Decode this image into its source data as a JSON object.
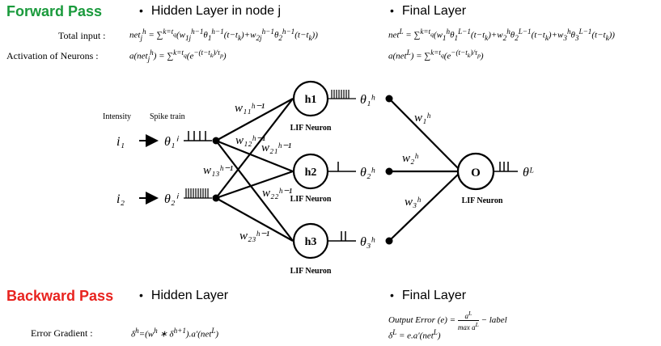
{
  "forward": {
    "title": "Forward Pass",
    "title_color": "#1a9a3c",
    "hidden_heading": "Hidden Layer in node j",
    "final_heading": "Final Layer",
    "total_input_label": "Total input :",
    "activation_label": "Activation of Neurons :",
    "hidden_total_eq": "net_j^h = ∑^{k=t_q} (w_{1j}^{h−1} θ_1^{h−1}(t−t_k) + w_{2j}^{h−1} θ_2^{h−1}(t−t_k))",
    "hidden_activation_eq": "a(net_j^h) = ∑^{k=t_q} (e^{−(t−t_k)/τ_p})",
    "final_total_eq": "net^L = ∑^{k=t_q} (w_1^h θ_1^{L−1}(t−t_k) + w_2^h θ_2^{L−1}(t−t_k) + w_3^h θ_3^{L−1}(t−t_k))",
    "final_activation_eq": "a(net^L) = ∑^{k=t_q} (e^{−(t−t_k)/τ_p})"
  },
  "diagram": {
    "intensity_label": "Intensity",
    "spike_train_label": "Spike train",
    "inputs": [
      "i₁",
      "i₂"
    ],
    "input_thetas": [
      "θ₁ⁱ",
      "θ₂ⁱ"
    ],
    "hidden_nodes": [
      "h1",
      "h2",
      "h3"
    ],
    "hidden_thetas": [
      "θ₁ʰ",
      "θ₂ʰ",
      "θ₃ʰ"
    ],
    "output_node": "O",
    "output_theta": "θᴸ",
    "neuron_caption": "LIF Neuron",
    "input_weights": [
      "w₁₁ʰ⁻¹",
      "w₁₂ʰ⁻¹",
      "w₂₁ʰ⁻¹",
      "w₁₃ʰ⁻¹",
      "w₂₂ʰ⁻¹",
      "w₂₃ʰ⁻¹"
    ],
    "output_weights": [
      "w₁ʰ",
      "w₂ʰ",
      "w₃ʰ"
    ]
  },
  "backward": {
    "title": "Backward Pass",
    "title_color": "#e8231f",
    "hidden_heading": "Hidden Layer",
    "final_heading": "Final Layer",
    "error_gradient_label": "Error Gradient :",
    "error_gradient_eq": "δʰ=(wʰ ∗ δʰ⁺¹).a′(netᴸ)",
    "output_error_eq": "Output Error (e) = aᴸ / max aᴸ − label",
    "delta_eq": "δᴸ = e.a′(netᴸ)"
  }
}
